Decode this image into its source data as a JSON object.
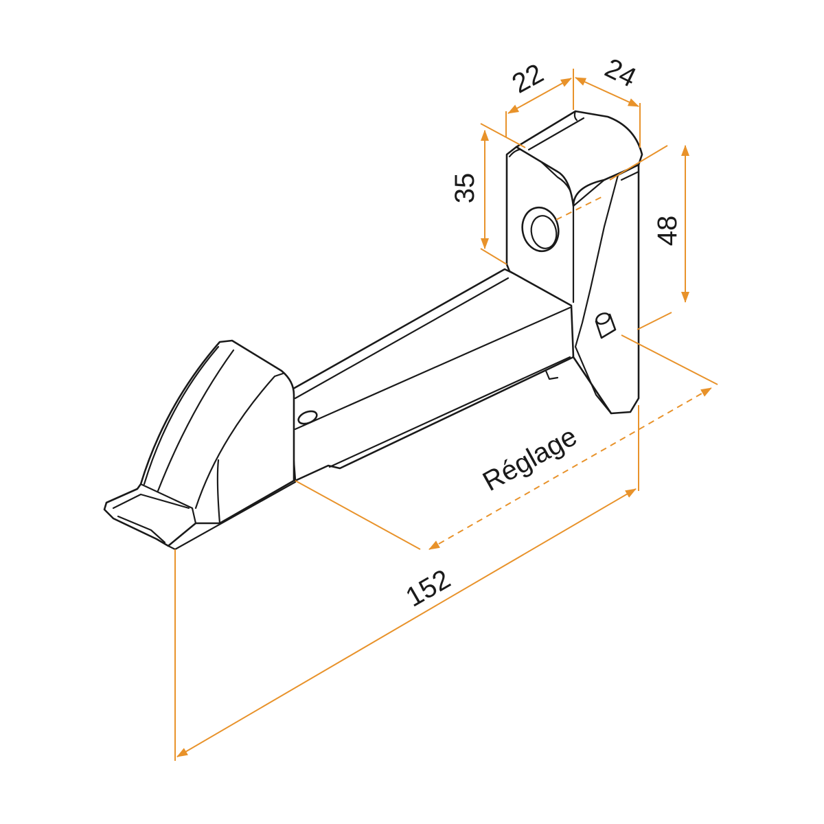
{
  "colors": {
    "dimension": "#e8922a",
    "outline": "#1a1a1a",
    "background": "#ffffff"
  },
  "dimensions": {
    "depth_top": "22",
    "width_top": "24",
    "plate_height": "35",
    "bracket_height": "48",
    "length": "152",
    "adjustment": "Réglage"
  }
}
